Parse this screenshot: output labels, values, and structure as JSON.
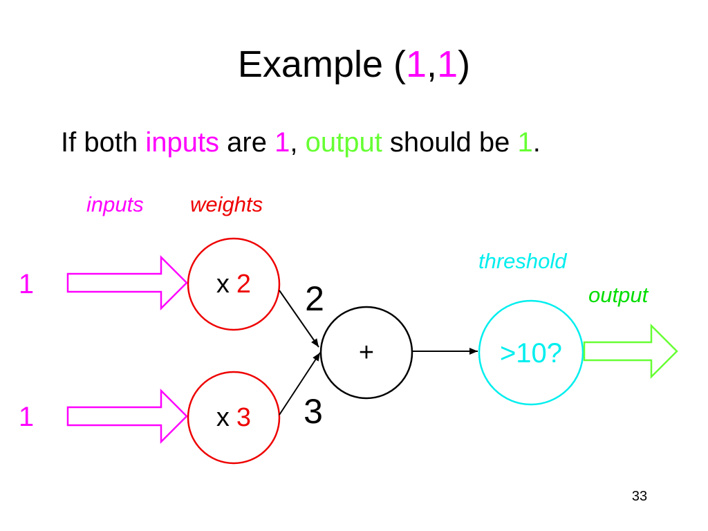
{
  "slide": {
    "title": {
      "prefix": "Example (",
      "value1": "1",
      "comma": ",",
      "value2": "1",
      "suffix": ")"
    },
    "subtitle": {
      "part1": "If both ",
      "inputs_word": "inputs",
      "part2": " are ",
      "input_value": "1",
      "comma": ", ",
      "output_word": "output",
      "part3": " should be ",
      "output_value": "1",
      "period": "."
    },
    "page_number": "33"
  },
  "diagram": {
    "labels": {
      "inputs": "inputs",
      "weights": "weights",
      "threshold": "threshold",
      "output": "output"
    },
    "inputs": [
      {
        "value": "1",
        "operator": "x",
        "weight": "2",
        "product": "2"
      },
      {
        "value": "1",
        "operator": "x",
        "weight": "3",
        "product": "3"
      }
    ],
    "sum_symbol": "+",
    "threshold_test": ">10?",
    "colors": {
      "input": "#ff00ff",
      "weight": "#ee0000",
      "threshold": "#00eeee",
      "output": "#66ff33",
      "sum": "#000000"
    }
  }
}
